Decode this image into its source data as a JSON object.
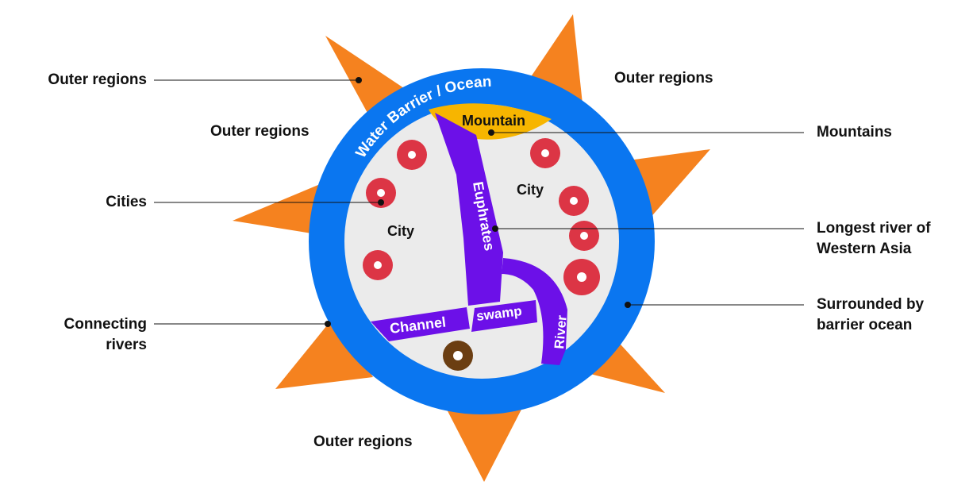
{
  "labels": {
    "outer_top_left": "Outer regions",
    "outer_top_right": "Outer regions",
    "outer_mid_left": "Outer regions",
    "outer_bottom": "Outer regions",
    "cities": "Cities",
    "connecting_rivers": "Connecting rivers",
    "mountains": "Mountains",
    "longest_river": "Longest river of Western Asia",
    "surrounded": "Surrounded by barrier ocean"
  },
  "map": {
    "ring_label": "Water Barrier / Ocean",
    "mountain": "Mountain",
    "euphrates": "Euphrates",
    "channel": "Channel",
    "swamp": "swamp",
    "river": "River",
    "city_left": "City",
    "city_right": "City"
  },
  "colors": {
    "star": "#F5821F",
    "ocean": "#0A76F0",
    "land": "#EBEBEB",
    "mountain": "#F7B500",
    "river": "#6C10E8",
    "city": "#DC3545",
    "brown_city": "#6B3E12"
  }
}
